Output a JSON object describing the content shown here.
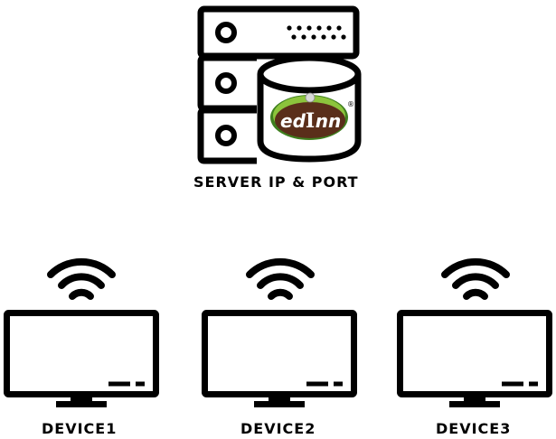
{
  "server": {
    "label": "SERVER IP & PORT",
    "logo": {
      "text_left": "ed",
      "text_mid": "I",
      "text_right": "nn",
      "mark": "®",
      "colors": {
        "ring": "#4a8c2a",
        "body": "#5a2e1a",
        "text": "#ffffff"
      }
    },
    "icon": "server-database-icon"
  },
  "devices": [
    {
      "label": "DEVICE1",
      "icon": "monitor-icon",
      "signal_icon": "wifi-icon"
    },
    {
      "label": "DEVICE2",
      "icon": "monitor-icon",
      "signal_icon": "wifi-icon"
    },
    {
      "label": "DEVICE3",
      "icon": "monitor-icon",
      "signal_icon": "wifi-icon"
    }
  ]
}
